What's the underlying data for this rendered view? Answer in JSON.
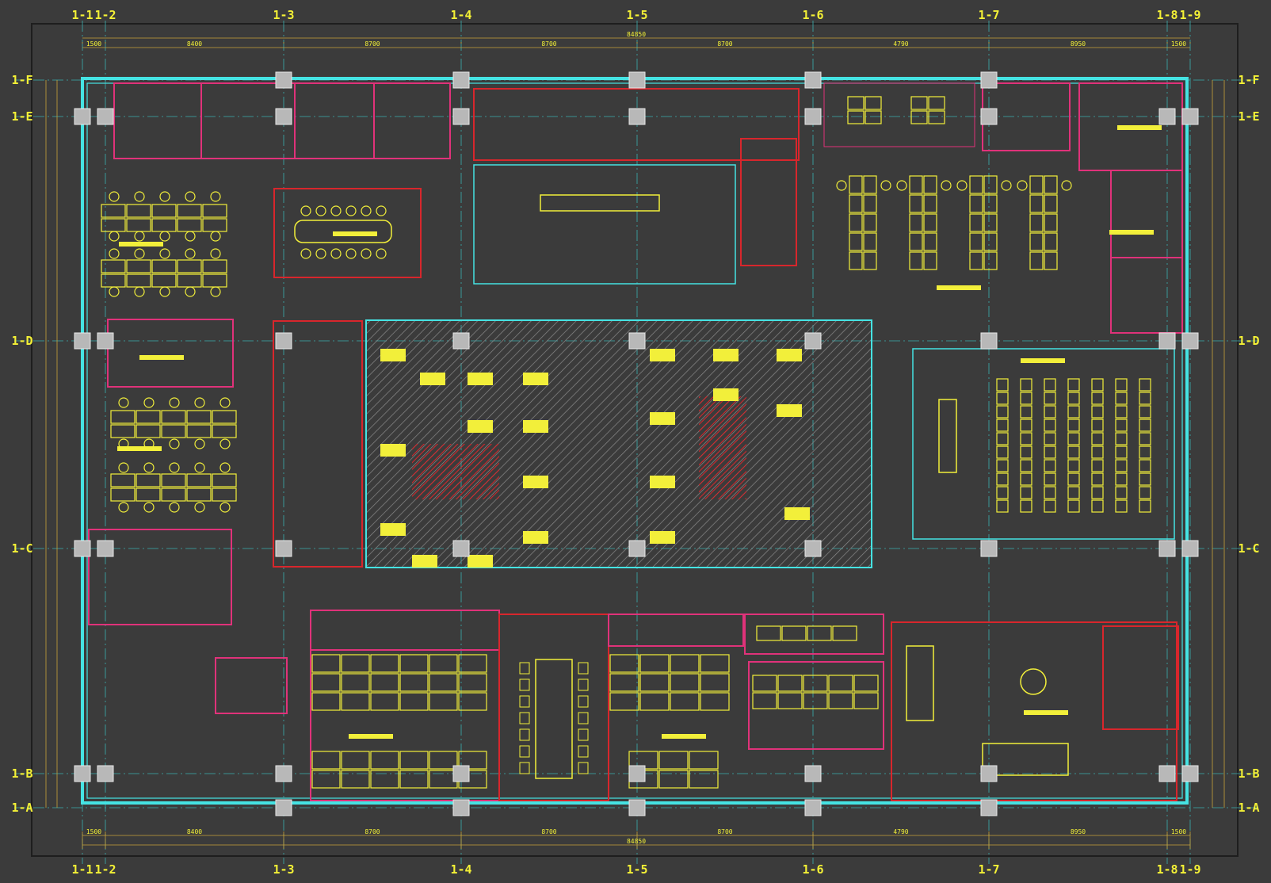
{
  "drawing": {
    "colors": {
      "background": "#3b3b3b",
      "paper": "#3b3b3b",
      "outer_wall": "#45e3e3",
      "grid_line": "#3bb0b0",
      "room_wall": "#e0327a",
      "red_wall": "#d8262c",
      "furniture": "#f2ef3a",
      "dimension": "#c8a23a",
      "hatch": "#8a8a8a",
      "column": "#b8b8b8"
    },
    "top_grid": [
      {
        "label": "1-1"
      },
      {
        "label": "1-2"
      },
      {
        "label": "1-3"
      },
      {
        "label": "1-4"
      },
      {
        "label": "1-5"
      },
      {
        "label": "1-6"
      },
      {
        "label": "1-7"
      },
      {
        "label": "1-8"
      },
      {
        "label": "1-9"
      }
    ],
    "bottom_grid": [
      {
        "label": "1-1"
      },
      {
        "label": "1-2"
      },
      {
        "label": "1-3"
      },
      {
        "label": "1-4"
      },
      {
        "label": "1-5"
      },
      {
        "label": "1-6"
      },
      {
        "label": "1-7"
      },
      {
        "label": "1-8"
      },
      {
        "label": "1-9"
      }
    ],
    "left_grid": [
      {
        "label": "1-F"
      },
      {
        "label": "1-E"
      },
      {
        "label": "1-D"
      },
      {
        "label": "1-C"
      },
      {
        "label": "1-B"
      },
      {
        "label": "1-A"
      }
    ],
    "right_grid": [
      {
        "label": "1-F"
      },
      {
        "label": "1-E"
      },
      {
        "label": "1-D"
      },
      {
        "label": "1-C"
      },
      {
        "label": "1-B"
      },
      {
        "label": "1-A"
      }
    ],
    "top_dims": [
      "1500",
      "8400",
      "8700",
      "8700",
      "8700",
      "4790",
      "8950",
      "1500"
    ],
    "top_total": "84850",
    "bottom_dims": [
      "1500",
      "8400",
      "8700",
      "8700",
      "8700",
      "4790",
      "8950",
      "1500"
    ],
    "bottom_total": "84850"
  }
}
